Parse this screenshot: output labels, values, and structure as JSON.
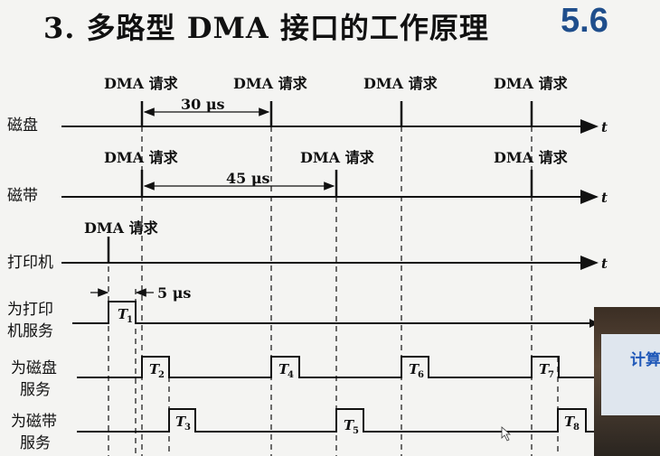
{
  "title": "3. 多路型 DMA 接口的工作原理",
  "badge": "5.6",
  "axis_label": "t",
  "request_label": "DMA 请求",
  "rows": {
    "disk": "磁盘",
    "tape": "磁带",
    "printer": "打印机",
    "serve_printer": [
      "为打印",
      "机服务"
    ],
    "serve_disk": [
      "为磁盘",
      "服务"
    ],
    "serve_tape": [
      "为磁带",
      "服务"
    ]
  },
  "intervals": {
    "disk": "30 μs",
    "tape": "45 μs",
    "printer": "5 μs"
  },
  "periods": [
    {
      "sym": "T",
      "sub": "1",
      "row": "serve_printer"
    },
    {
      "sym": "T",
      "sub": "2",
      "row": "serve_disk"
    },
    {
      "sym": "T",
      "sub": "3",
      "row": "serve_tape"
    },
    {
      "sym": "T",
      "sub": "4",
      "row": "serve_disk"
    },
    {
      "sym": "T",
      "sub": "5",
      "row": "serve_tape"
    },
    {
      "sym": "T",
      "sub": "6",
      "row": "serve_disk"
    },
    {
      "sym": "T",
      "sub": "7",
      "row": "serve_disk"
    },
    {
      "sym": "T",
      "sub": "8",
      "row": "serve_tape"
    }
  ],
  "photo_text": "计算"
}
